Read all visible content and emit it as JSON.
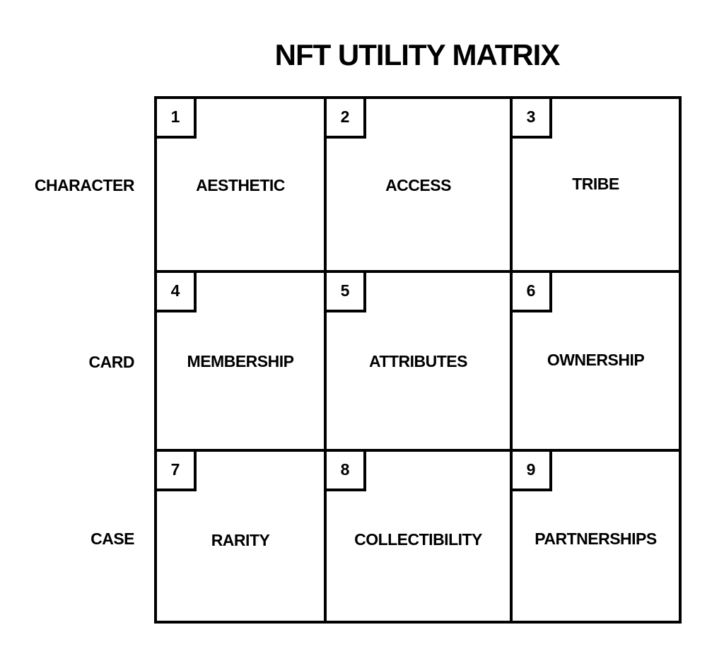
{
  "title": "NFT UTILITY MATRIX",
  "rows": [
    "CHARACTER",
    "CARD",
    "CASE"
  ],
  "cells": [
    {
      "number": "1",
      "label": "AESTHETIC"
    },
    {
      "number": "2",
      "label": "ACCESS"
    },
    {
      "number": "3",
      "label": "TRIBE"
    },
    {
      "number": "4",
      "label": "MEMBERSHIP"
    },
    {
      "number": "5",
      "label": "ATTRIBUTES"
    },
    {
      "number": "6",
      "label": "OWNERSHIP"
    },
    {
      "number": "7",
      "label": "RARITY"
    },
    {
      "number": "8",
      "label": "COLLECTIBILITY"
    },
    {
      "number": "9",
      "label": "PARTNERSHIPS"
    }
  ]
}
